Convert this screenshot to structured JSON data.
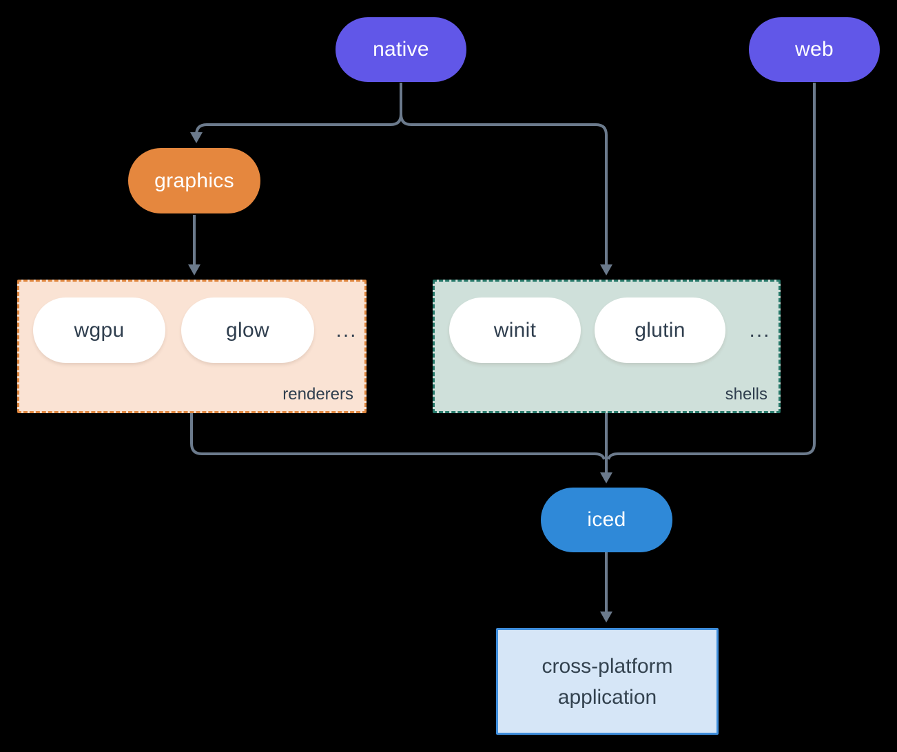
{
  "diagram": {
    "nodes": {
      "native": "native",
      "web": "web",
      "graphics": "graphics",
      "wgpu": "wgpu",
      "glow": "glow",
      "winit": "winit",
      "glutin": "glutin",
      "iced": "iced"
    },
    "groups": {
      "renderers": {
        "label": "renderers",
        "more": "..."
      },
      "shells": {
        "label": "shells",
        "more": "..."
      }
    },
    "app_box": {
      "line1": "cross-platform",
      "line2": "application"
    }
  },
  "colors": {
    "background": "#000000",
    "purple": "#6157e8",
    "orange": "#e5873e",
    "blue": "#2f89d8",
    "peach_bg": "#fae3d4",
    "peach_border": "#e0873f",
    "sage_bg": "#cfe0da",
    "sage_border": "#27796a",
    "app_bg": "#d6e6f7",
    "app_border": "#3f8edc",
    "line": "#6b7a8c",
    "dark_text": "#2f3e4e",
    "white_text": "#ffffff"
  }
}
